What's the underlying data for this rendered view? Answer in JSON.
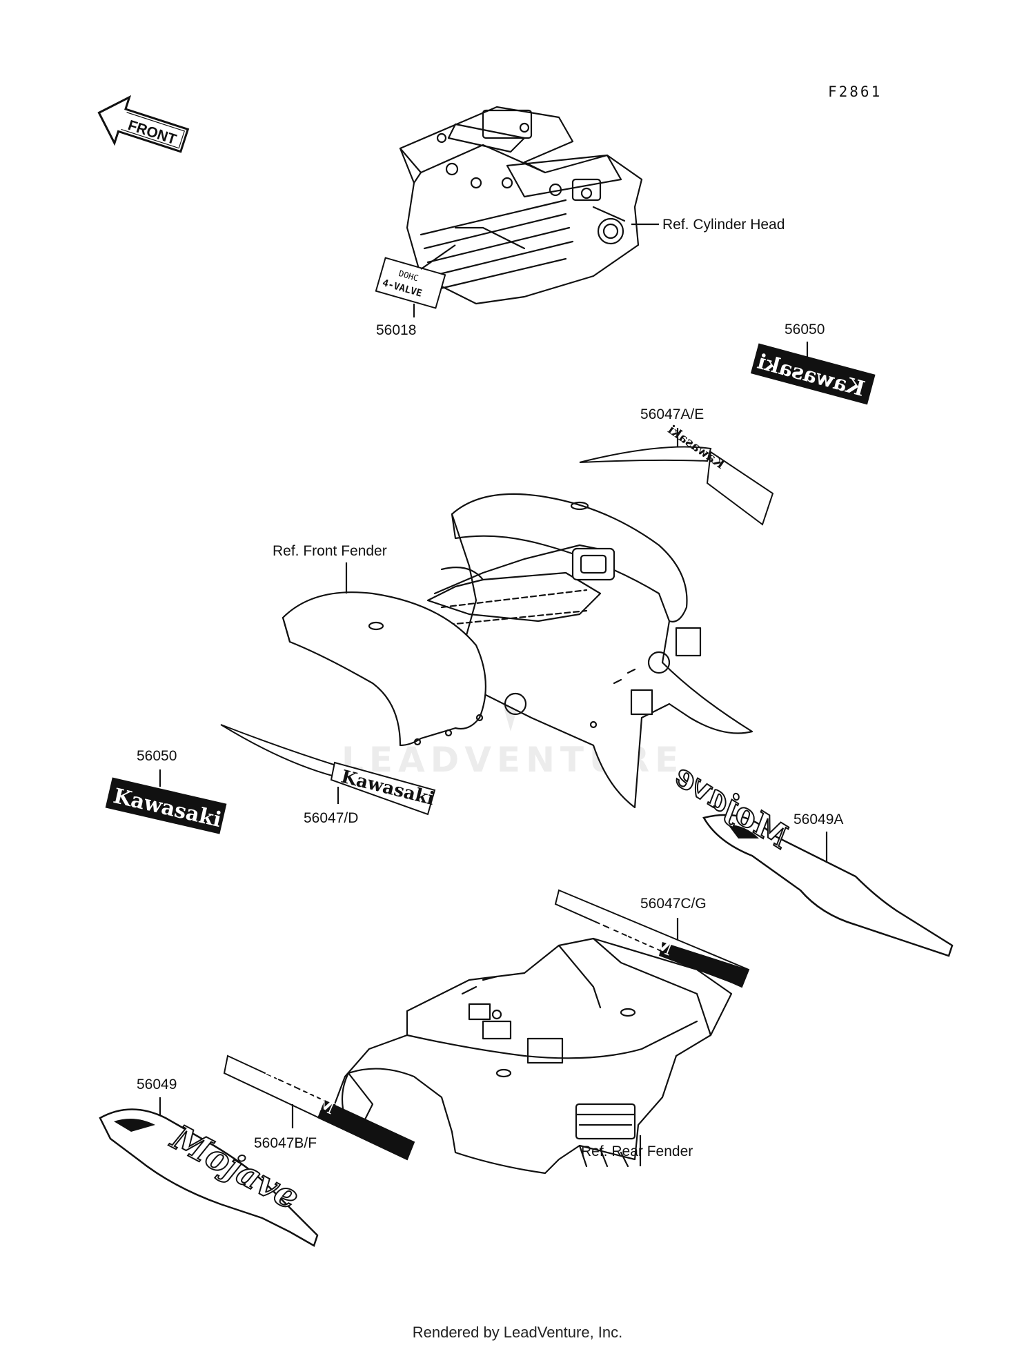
{
  "figure_code": "F2861",
  "front_arrow": {
    "label": "FRONT",
    "icon": "front-arrow-icon"
  },
  "watermark": "LEADVENTURE",
  "references": {
    "cylinder_head": "Ref. Cylinder Head",
    "front_fender": "Ref. Front Fender",
    "rear_fender": "Ref. Rear Fender"
  },
  "parts": {
    "p56018": "56018",
    "p56050_right": "56050",
    "p56047AE": "56047A/E",
    "p56050_left": "56050",
    "p56047D": "56047/D",
    "p56049A": "56049A",
    "p56047CG": "56047C/G",
    "p56049": "56049",
    "p56047BF": "56047B/F"
  },
  "decals": {
    "valve_badge_line1": "DOHC",
    "valve_badge_line2": "4-VALVE",
    "kawasaki": "Kawasaki",
    "mojave": "MOJAVE",
    "mojave_script": "Mojave"
  },
  "footer": "Rendered by LeadVenture, Inc."
}
